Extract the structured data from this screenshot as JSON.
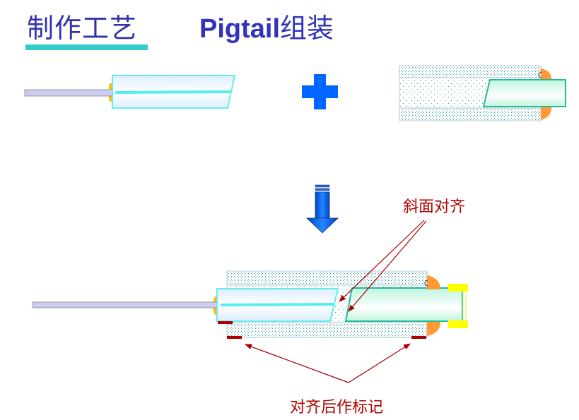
{
  "header": {
    "section_title": "制作工艺",
    "slide_title_latin": "Pigtail",
    "slide_title_cn": "组装"
  },
  "labels": {
    "bevel_align": "斜面对齐",
    "mark_after_align": "对齐后作标记"
  },
  "icons": {
    "plus": "plus-icon",
    "down_arrow": "arrow-down-icon"
  },
  "colors": {
    "title": "#3333aa",
    "underline": "#33cccc",
    "label": "#b00000",
    "fiber": "#ccccf0",
    "ferrule_outline": "#66eeee",
    "lens_outline": "#22bb99",
    "glue": "#ffbb00",
    "epoxy": "#ff9933",
    "sleeve_dots": "#339999",
    "plus": "#0066ff",
    "arrow": "#1166ee",
    "marker": "#aa0000",
    "cap": "#ffff00"
  }
}
